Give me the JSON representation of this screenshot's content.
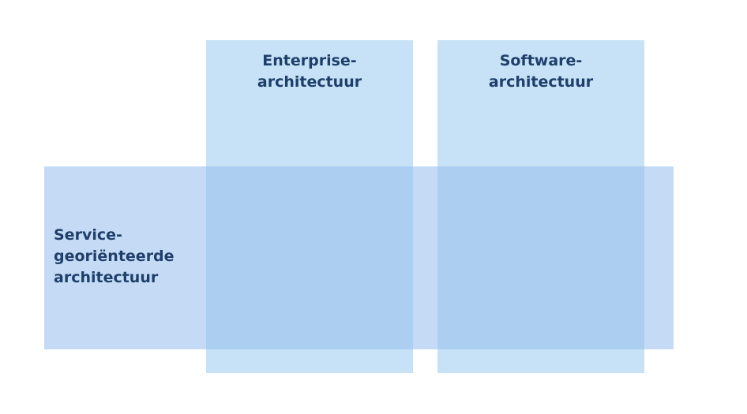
{
  "diagram": {
    "columns": [
      {
        "id": "enterprise",
        "label": "Enterprise-\narchitectuur"
      },
      {
        "id": "software",
        "label": "Software-\narchitectuur"
      }
    ],
    "row": {
      "id": "soa",
      "label": "Service-\ngeoriënteerde\narchitectuur"
    },
    "colors": {
      "column_fill": "#c6e1f6",
      "row_fill": "#c5daf5",
      "overlap_fill": "#9ecdf4",
      "text": "#1f3f6b"
    }
  }
}
